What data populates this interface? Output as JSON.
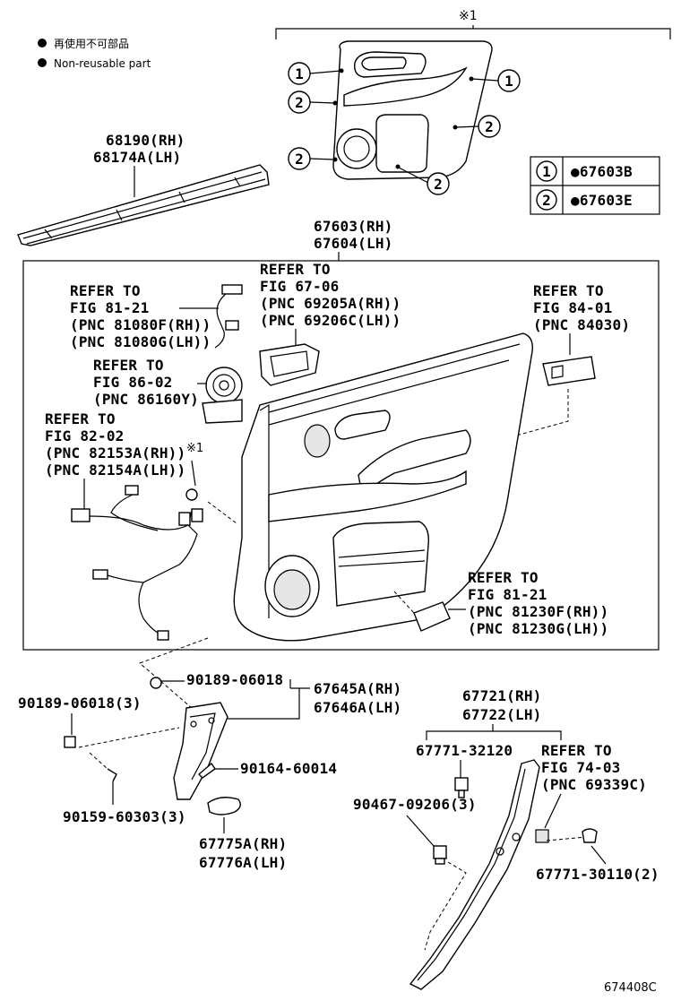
{
  "legend": {
    "jp": "再使用不可部品",
    "en": "Non-reusable part"
  },
  "note_mark": "※1",
  "callout_table": [
    {
      "num": "1",
      "part": "●67603B"
    },
    {
      "num": "2",
      "part": "●67603E"
    }
  ],
  "callouts": [
    "1",
    "2",
    "2",
    "1",
    "2",
    "2"
  ],
  "labels": {
    "p68190": "68190(RH)",
    "p68174": "68174A(LH)",
    "p67603": "67603(RH)",
    "p67604": "67604(LH)",
    "ref_6706": [
      "REFER TO",
      "FIG 67-06",
      "(PNC 69205A(RH))",
      "(PNC 69206C(LH))"
    ],
    "ref_8121a": [
      "REFER TO",
      "FIG 81-21",
      "(PNC 81080F(RH))",
      "(PNC 81080G(LH))"
    ],
    "ref_8602": [
      "REFER TO",
      "FIG 86-02",
      "(PNC 86160Y)"
    ],
    "ref_8202": [
      "REFER TO",
      "FIG 82-02",
      "(PNC 82153A(RH))",
      "(PNC 82154A(LH))"
    ],
    "ref_8401": [
      "REFER TO",
      "FIG 84-01",
      "(PNC 84030)"
    ],
    "ref_8121b": [
      "REFER TO",
      "FIG 81-21",
      "(PNC 81230F(RH))",
      "(PNC 81230G(LH))"
    ],
    "note_small": "※1",
    "p90189_a": "90189-06018",
    "p90189_b": "90189-06018(3)",
    "p67645": "67645A(RH)",
    "p67646": "67646A(LH)",
    "p90164": "90164-60014",
    "p90159": "90159-60303(3)",
    "p67775": "67775A(RH)",
    "p67776": "67776A(LH)",
    "p67721": "67721(RH)",
    "p67722": "67722(LH)",
    "p67771a": "67771-32120",
    "ref_7403": [
      "REFER TO",
      "FIG 74-03",
      "(PNC 69339C)"
    ],
    "p90467": "90467-09206(3)",
    "p67771b": "67771-30110(2)",
    "fig_code": "674408C"
  }
}
